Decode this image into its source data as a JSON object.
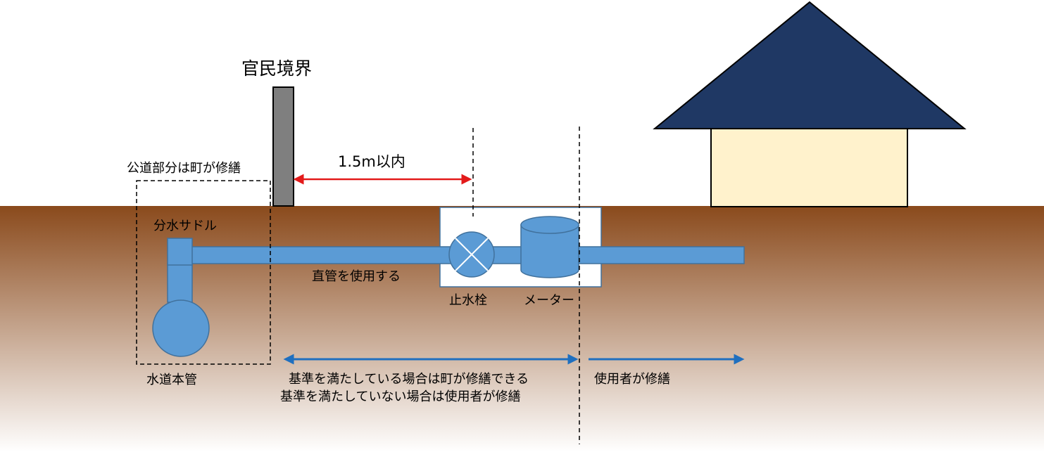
{
  "labels": {
    "boundary": "官民境界",
    "public_road_repair": "公道部分は町が修繕",
    "distance": "1.5m以内",
    "saddle": "分水サドル",
    "straight_pipe": "直管を使用する",
    "stop_valve": "止水栓",
    "meter": "メーター",
    "main_pipe": "水道本管",
    "town_repair_if_meets": "基準を満たしている場合は町が修繕できる",
    "user_repair_if_not": "基準を満たしていない場合は使用者が修繕",
    "user_repair": "使用者が修繕"
  },
  "colors": {
    "ground_top": "#8a4a1c",
    "ground_bottom": "#ffffff",
    "pipe": "#5b9bd5",
    "pipe_stroke": "#41719c",
    "roof": "#1f3864",
    "wall": "#fff2cc",
    "post": "#7f7f7f",
    "red_arrow": "#e31a1a",
    "blue_arrow": "#1f6fbf"
  }
}
